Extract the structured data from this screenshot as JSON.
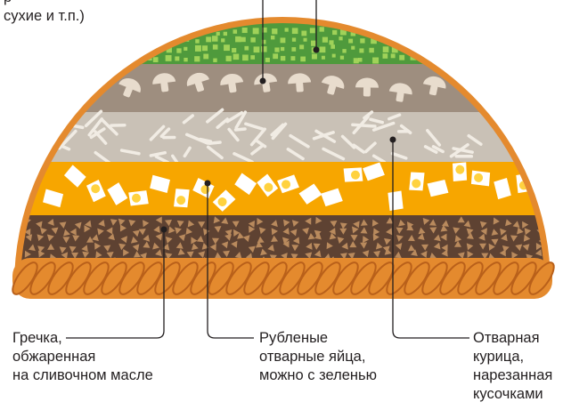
{
  "top_note": {
    "lines": [
      "р",
      "сухие и т.п.)"
    ]
  },
  "layers": [
    {
      "id": "greens",
      "color": "#4f9a3c",
      "dots": "#a9d85c"
    },
    {
      "id": "mushrooms",
      "color": "#9e8e7f",
      "pieces": "#e8dccd"
    },
    {
      "id": "chicken",
      "color": "#c9c1b6",
      "strips": "#f1ece4"
    },
    {
      "id": "eggs",
      "color": "#f7a600",
      "pieces": "#ffffff",
      "yolk": "#ffd23f"
    },
    {
      "id": "buckwheat",
      "color": "#5e4232",
      "grains": "#b98a5d"
    }
  ],
  "colors": {
    "crust": "#e48a2e",
    "crust_dark": "#b9601a",
    "callout": "#231f20",
    "background": "#ffffff"
  },
  "labels": {
    "buckwheat": {
      "lines": [
        "Гречка,",
        "обжаренная",
        "на сливочном масле"
      ]
    },
    "eggs": {
      "lines": [
        "Рубленые",
        "отварные яйца,",
        "можно  с зеленью"
      ]
    },
    "chicken": {
      "lines": [
        "Отварная",
        "курица,",
        "нарезанная",
        "кусочками"
      ]
    }
  }
}
